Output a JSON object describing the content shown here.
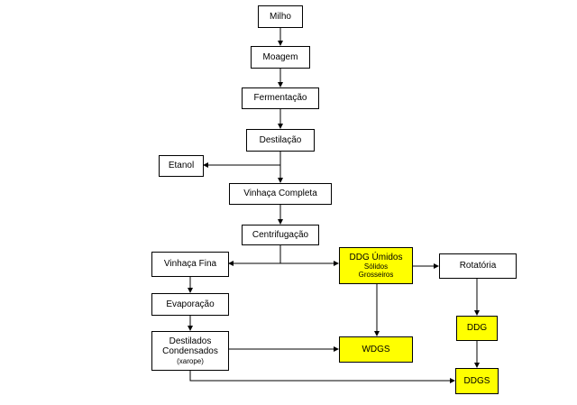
{
  "colors": {
    "highlight": "#ffff00",
    "line": "#000000",
    "box": "#ffffff"
  },
  "nodes": {
    "milho": "Milho",
    "moagem": "Moagem",
    "fermentacao": "Fermentação",
    "destilacao": "Destilação",
    "etanol": "Etanol",
    "vinhaca_completa": "Vinhaça Completa",
    "centrifugacao": "Centrifugação",
    "vinhaca_fina": "Vinhaça Fina",
    "evaporacao": "Evaporação",
    "destilados": {
      "line1": "Destilados",
      "line2": "Condensados",
      "note": "(xarope)"
    },
    "ddg_umidos": {
      "line1": "DDG Úmidos",
      "line2": "Sólidos",
      "line3": "Grosseiros"
    },
    "rotatoria": "Rotatória",
    "wdgs": "WDGS",
    "ddg": "DDG",
    "ddgs": "DDGS"
  }
}
